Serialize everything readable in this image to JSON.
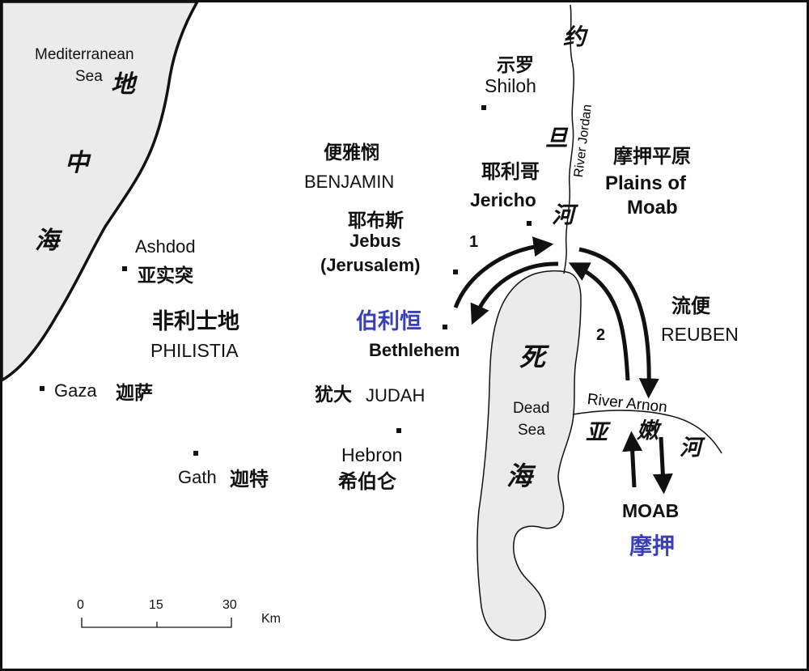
{
  "colors": {
    "land": "#ffffff",
    "water": "#ebebeb",
    "ink": "#111111",
    "accent_blue": "#3a3fb8"
  },
  "water_labels": {
    "mediterranean_en_line1": "Mediterranean",
    "mediterranean_en_line2": "Sea",
    "mediterranean_zh": [
      "地",
      "中",
      "海"
    ],
    "dead_sea_en_line1": "Dead",
    "dead_sea_en_line2": "Sea",
    "dead_sea_zh": [
      "死",
      "海"
    ],
    "jordan_en": "River Jordan",
    "jordan_zh": [
      "约",
      "旦",
      "河"
    ],
    "arnon_en": "River Arnon",
    "arnon_zh": [
      "亚",
      "嫩",
      "河"
    ]
  },
  "cities": {
    "shiloh": {
      "zh": "示罗",
      "en": "Shiloh"
    },
    "jericho": {
      "zh": "耶利哥",
      "en": "Jericho"
    },
    "jebus": {
      "zh": "耶布斯",
      "en": "Jebus",
      "en2": "(Jerusalem)"
    },
    "bethlehem": {
      "zh": "伯利恒",
      "en": "Bethlehem"
    },
    "hebron": {
      "en": "Hebron",
      "zh": "希伯仑"
    },
    "ashdod": {
      "en": "Ashdod",
      "zh": "亚实突"
    },
    "gaza": {
      "en": "Gaza",
      "zh": "迦萨"
    },
    "gath": {
      "en": "Gath",
      "zh": "迦特"
    }
  },
  "regions": {
    "benjamin": {
      "zh": "便雅悯",
      "en": "BENJAMIN"
    },
    "philistia": {
      "zh": "非利士地",
      "en": "PHILISTIA"
    },
    "judah": {
      "zh": "犹大",
      "en": "JUDAH"
    },
    "reuben": {
      "zh": "流便",
      "en": "REUBEN"
    },
    "moab_plains": {
      "zh": "摩押平原",
      "en_line1": "Plains of",
      "en_line2": "Moab"
    },
    "moab": {
      "en": "MOAB",
      "zh": "摩押"
    }
  },
  "routes": {
    "route1_label": "1",
    "route2_label": "2"
  },
  "scale_bar": {
    "ticks": [
      "0",
      "15",
      "30"
    ],
    "unit": "Km"
  }
}
